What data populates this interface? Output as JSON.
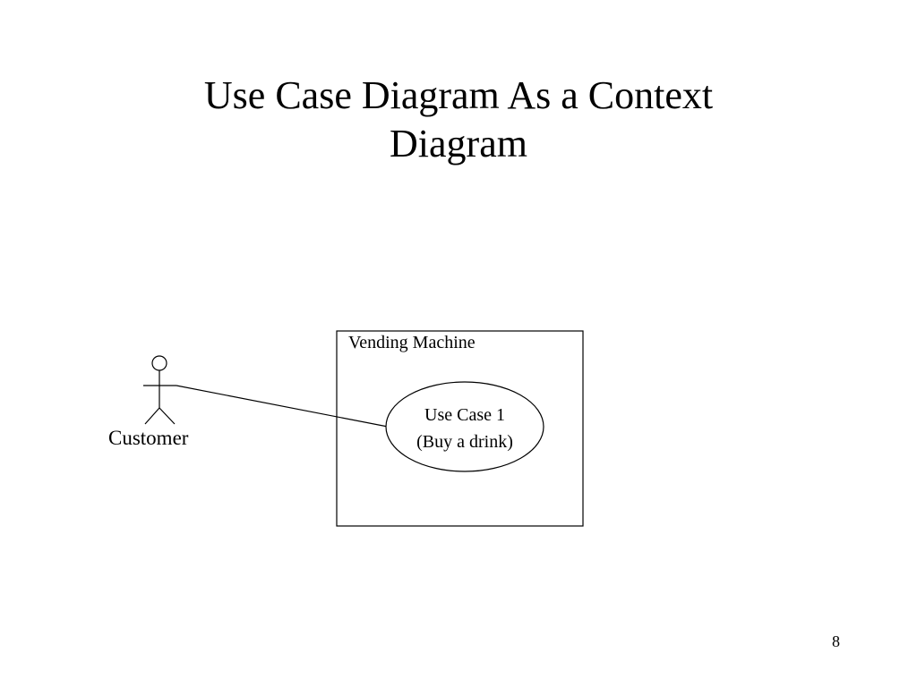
{
  "slide": {
    "title_lines": [
      "Use Case Diagram As a Context",
      "Diagram"
    ],
    "page_number": "8"
  },
  "diagram": {
    "system_label": "Vending Machine",
    "actor_label": "Customer",
    "use_case_lines": [
      "Use Case 1",
      "(Buy a drink)"
    ]
  },
  "colors": {
    "background": "#ffffff",
    "ink": "#000000"
  }
}
